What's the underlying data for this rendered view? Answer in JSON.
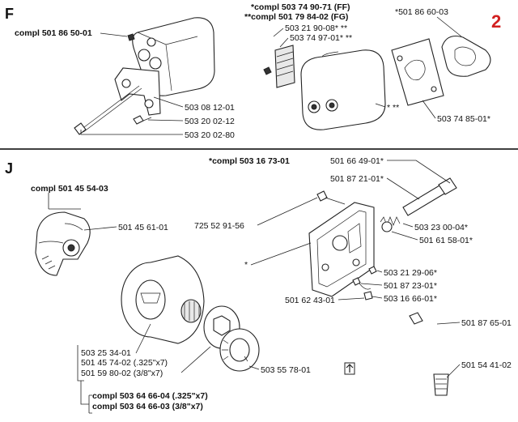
{
  "page_badge": "2",
  "sections": {
    "f": {
      "letter": "F",
      "labels": {
        "compl_muffler": "compl 501 86 50-01",
        "compl_ff": "*compl 503 74 90-71 (FF)",
        "compl_fg": "**compl 501 79 84-02 (FG)",
        "screen": "503 21 90-08*  **",
        "screen2": "503 74 97-01*  **",
        "gasket": "*501 86 60-03",
        "bracket": "503 08 12-01",
        "screw1": "503 20 02-12",
        "bolt": "503 20 02-80",
        "star_marks": "* **",
        "plate": "503 74 85-01*"
      }
    },
    "j": {
      "letter": "J",
      "labels": {
        "compl_pump": "*compl 503 16 73-01",
        "compl_clutch": "compl 501 45 54-03",
        "clutch_shoe": "501 45 61-01",
        "screw": "725 52 91-56",
        "star": "*",
        "pump_shaft": "501 66 49-01*",
        "pump_piston": "501 87 21-01*",
        "spring": "503 23 00-04*",
        "plug": "501 61 58-01*",
        "screw2": "503 21 29-06*",
        "screw3": "501 87 23-01*",
        "hose": "503 16 66-01*",
        "fitting": "501 62 43-01",
        "drum": "503 25 34-01",
        "sprocket1": "501 45 74-02 (.325\"x7)",
        "sprocket2": "501 59 80-02 (3/8\"x7)",
        "rim": "503 55 78-01",
        "pipe": "501 87 65-01",
        "filter": "501 54 41-02",
        "compl_drum1": "compl 503 64 66-04 (.325\"x7)",
        "compl_drum2": "compl 503 64 66-03 (3/8\"x7)"
      }
    }
  }
}
